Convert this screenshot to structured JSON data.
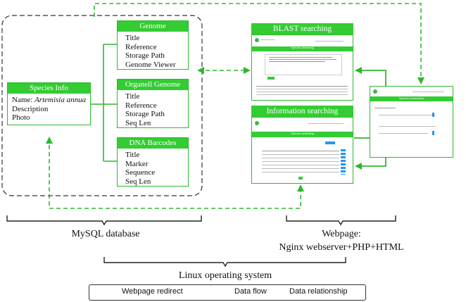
{
  "genome": {
    "header": "Genome",
    "fields": [
      "Title",
      "Reference",
      "Storage Path",
      "Genome Viewer"
    ]
  },
  "species": {
    "header": "Species Info",
    "name_label": "Name:",
    "name_value": "Artemisia annua",
    "fields": [
      "Description",
      "Photo"
    ]
  },
  "organell": {
    "header": "Organell Genome",
    "fields": [
      "Title",
      "Reference",
      "Storage Path",
      "Seq Len"
    ]
  },
  "barcodes": {
    "header": "DNA Barcodes",
    "fields": [
      "Title",
      "Marker",
      "Sequence",
      "Seq Len"
    ]
  },
  "blast": {
    "title": "BLAST searching",
    "inner_heading": "Species searching"
  },
  "info": {
    "title": "Information searching",
    "inner_heading": "Species searching"
  },
  "right_shot": {
    "inner_heading": "Species Information"
  },
  "labels": {
    "mysql": "MySQL database",
    "webpage_line1": "Webpage:",
    "webpage_line2": "Nginx webserver+PHP+HTML",
    "linux": "Linux operating system"
  },
  "legend": {
    "redirect": "Webpage redirect",
    "dataflow": "Data flow",
    "relationship": "Data relationship"
  },
  "colors": {
    "green": "#33cc33",
    "line_green": "#2eb82e",
    "dashed_box": "#333333"
  }
}
